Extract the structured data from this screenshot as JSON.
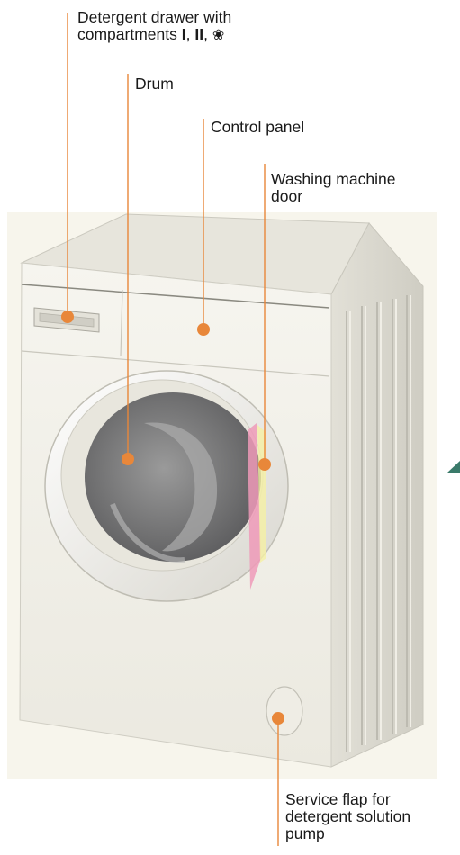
{
  "diagram": {
    "labels": {
      "detergent_drawer": {
        "line1": "Detergent drawer with",
        "line2_prefix": "compartments ",
        "comp_1": "I",
        "sep": ", ",
        "comp_2": "II",
        "sep2": ", ",
        "comp_3": "❀"
      },
      "drum": "Drum",
      "control_panel": "Control panel",
      "door": {
        "line1": "Washing machine",
        "line2": "door"
      },
      "service_flap": {
        "line1": "Service flap for",
        "line2": "detergent solution",
        "line3": "pump"
      }
    },
    "colors": {
      "leader": "#e8873a",
      "marker": "#e8873a",
      "body": "#f1efe6",
      "side": "#dcdad0",
      "top": "#e9e7de",
      "porthole": "#808080",
      "backdrop": "#f4f1e4"
    }
  }
}
